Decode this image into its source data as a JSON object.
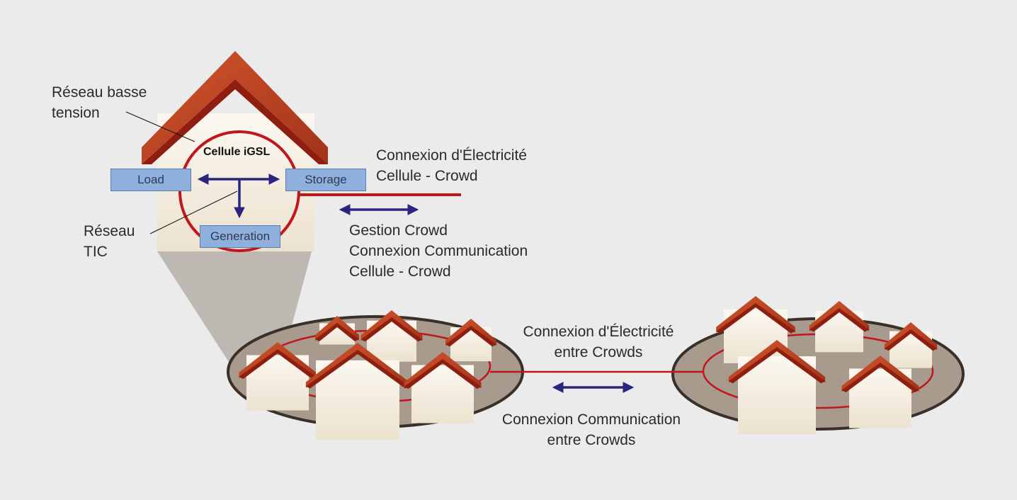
{
  "diagram": {
    "cell": {
      "title": "Cellule iGSL",
      "components": [
        "Load",
        "Storage",
        "Generation"
      ]
    },
    "annotations": {
      "low_voltage": "Réseau basse\ntension",
      "ict_network": "Réseau\nTIC"
    },
    "labels": {
      "elec_cell_crowd": "Connexion d'Électricité\nCellule - Crowd",
      "comm_cell_crowd": "Gestion Crowd\nConnexion Communication\nCellule - Crowd",
      "elec_between_crowds": "Connexion d'Électricité\nentre Crowds",
      "comm_between_crowds": "Connexion Communication\nentre Crowds"
    },
    "colors": {
      "background": "#ebebeb",
      "roof": "#b8401f",
      "roof_dark": "#8e1f10",
      "wall": "#f6efe2",
      "electric_line": "#c0161c",
      "comm_arrow": "#2b2580",
      "component_box": "#8fb0dd",
      "crowd_disc": "#a89a8c",
      "crowd_outline": "#3a302a"
    }
  }
}
